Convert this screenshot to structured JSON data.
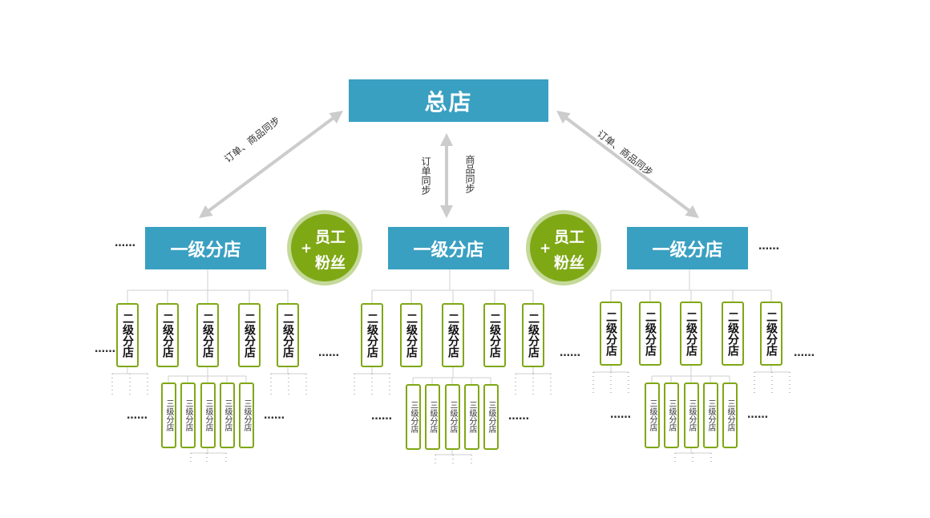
{
  "colors": {
    "blue": "#3aa0c1",
    "green": "#7fa815",
    "green_light": "#c5d99a",
    "arrow": "#cccccc",
    "line": "#cfcfcf"
  },
  "hq": {
    "label": "总店"
  },
  "sync": {
    "left": "订单、商品同步",
    "right": "订单、商品同步",
    "center_left": "订单同步",
    "center_right": "商品同步"
  },
  "tier1_label": "一级分店",
  "tier2_label": "二级分店",
  "tier3_label": "三级分店",
  "staff": {
    "line1": "员工",
    "plus": "+",
    "line2": "粉丝"
  },
  "ellipsis": "……"
}
